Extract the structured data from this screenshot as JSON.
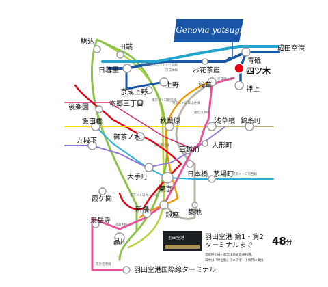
{
  "brand": {
    "name": "Genovia yotsugi"
  },
  "stations": {
    "komagome": "駒込",
    "tabata": "田端",
    "nippori": "日暮里",
    "keisei_ueno": "京成上野",
    "ueno": "上野",
    "ohanajaya": "お花茶屋",
    "aoto": "青砥",
    "narita": "成田空港",
    "yotsugi": "四ツ木",
    "oshiage": "押上",
    "asakusa": "浅草",
    "korakuen": "後楽園",
    "hongo": "本郷三丁目",
    "iidabashi": "飯田橋",
    "akihabara": "秋葉原",
    "kuramae": "浅草橋",
    "kinshicho": "錦糸町",
    "kudanshita": "九段下",
    "ochanomizu": "御茶ノ水",
    "mitsukoshimae": "三越前",
    "ningyocho": "人形町",
    "otemachi": "大手町",
    "tokyo": "東京",
    "nihonbashi": "日本橋",
    "kayabacho": "茅場町",
    "kasumigaseki": "霞ケ関",
    "shinbashi": "新橋",
    "ginza": "銀座",
    "tsukiji": "築地",
    "sengakuji": "泉岳寺",
    "shinagawa": "品川",
    "haneda": "羽田空港国際線ターミナル"
  },
  "lines": {
    "keisei_main": "京成本線",
    "keisei_oshiage": "京成押上線",
    "keisei_narita": "京成成田スカイアクセス線",
    "hibiya": "東京メトロ日比谷線",
    "ginza": "東京メトロ銀座線",
    "tozai": "東京メトロ東西線",
    "marunouchi": "東京メトロ丸ノ内線",
    "asakusa": "都営浅草線",
    "yamanote": "JR山手線",
    "keihin": "京浜東北線",
    "keikyu": "京急空港線"
  },
  "panel": {
    "photo_label": "羽田空港",
    "title_line1": "羽田空港 第1・第2",
    "title_line2": "ターミナルまで",
    "minutes": "48",
    "unit": "分",
    "note1": "京成押上線・都営浅草線直通利用。",
    "note2": "日中は「押上駅」でエアポート快特に乗換"
  },
  "colors": {
    "keisei_blue": "#1a56a8",
    "access_cyan": "#22a4cf",
    "hibiya": "#b9b4a8",
    "ginza": "#f39700",
    "tozai": "#2ab0d8",
    "marunouchi": "#e60012",
    "asakusa": "#e85298",
    "yamanote": "#8bc34a",
    "keihin": "#b2d235",
    "brand": "#1a56a8",
    "highlight": "#e60012"
  }
}
